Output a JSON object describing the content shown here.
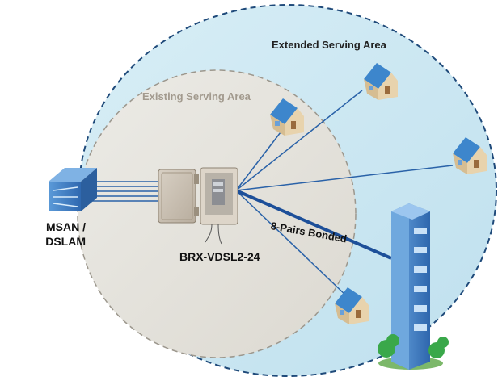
{
  "labels": {
    "extended_area": "Extended Serving Area",
    "existing_area": "Existing Serving Area",
    "msan_line1": "MSAN /",
    "msan_line2": "DSLAM",
    "device": "BRX-VDSL2-24",
    "bonded": "8-Pairs Bonded"
  },
  "colors": {
    "extended_fill": "#cfe9f3",
    "extended_border": "#1f4a7a",
    "existing_fill": "#e6e4dd",
    "existing_border": "#9c978d",
    "link": "#2a62a8",
    "msan": "#3f7ec4",
    "house_roof": "#3d86cc",
    "building": "#4a8bd1",
    "tree": "#3aa84a",
    "enclosure": "#c9c0b3"
  },
  "icons": {
    "msan": "msan-dslam-icon",
    "device": "enclosure-icon",
    "house": "house-icon",
    "building": "office-building-icon"
  }
}
